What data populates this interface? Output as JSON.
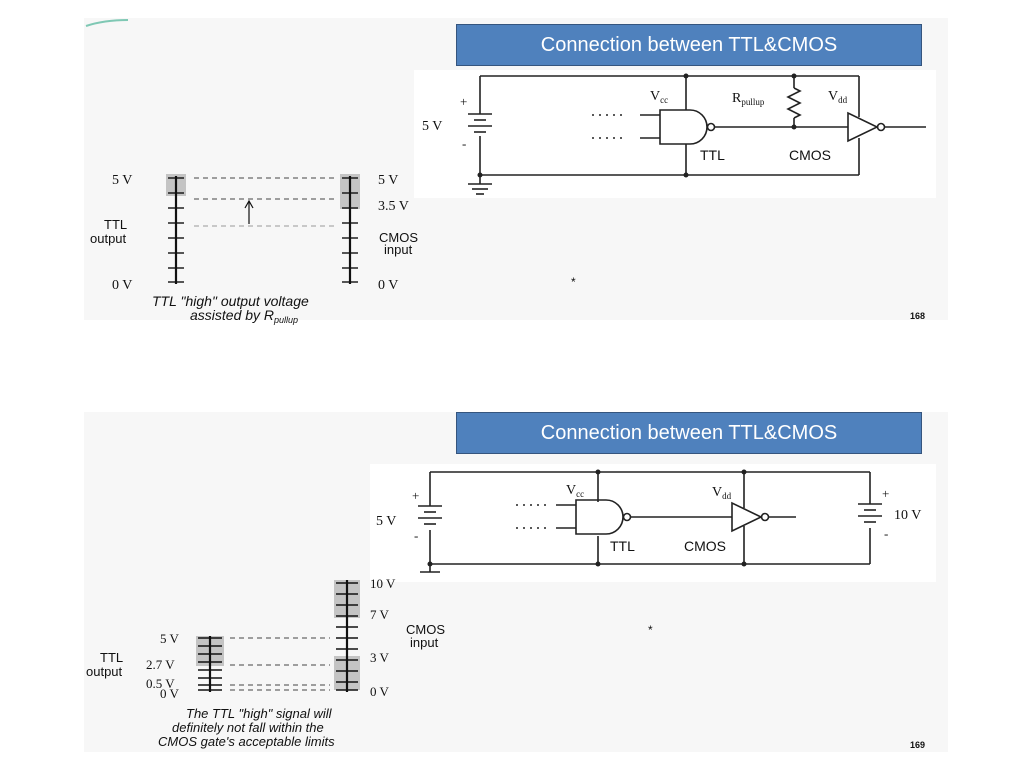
{
  "slides": [
    {
      "title": "Connection between TTL&CMOS",
      "page_number": "168",
      "circuit": {
        "supply_label": "5 V",
        "plus": "+",
        "minus": "-",
        "vcc": "V",
        "vcc_sub": "cc",
        "rpullup": "R",
        "rpullup_sub": "pullup",
        "vdd": "V",
        "vdd_sub": "dd",
        "ttl_label": "TTL",
        "cmos_label": "CMOS"
      },
      "levels": {
        "left_top": "5 V",
        "left_bottom": "0 V",
        "left_label_1": "TTL",
        "left_label_2": "output",
        "right_top": "5 V",
        "right_mid": "3.5 V",
        "right_bottom": "0 V",
        "right_label_1": "CMOS",
        "right_label_2": "input",
        "caption_1": "TTL \"high\" output voltage",
        "caption_2": "assisted by R",
        "caption_2_sub": "pullup"
      }
    },
    {
      "title": "Connection between TTL&CMOS",
      "page_number": "169",
      "circuit": {
        "supply_label": "5 V",
        "supply2_label": "10 V",
        "plus": "+",
        "minus": "-",
        "vcc": "V",
        "vcc_sub": "cc",
        "vdd": "V",
        "vdd_sub": "dd",
        "ttl_label": "TTL",
        "cmos_label": "CMOS"
      },
      "levels": {
        "left_5v": "5 V",
        "left_27v": "2.7 V",
        "left_05v": "0.5 V",
        "left_0v": "0 V",
        "left_label_1": "TTL",
        "left_label_2": "output",
        "right_10v": "10 V",
        "right_7v": "7 V",
        "right_3v": "3 V",
        "right_0v": "0 V",
        "right_label_1": "CMOS",
        "right_label_2": "input",
        "caption_1": "The TTL \"high\" signal will",
        "caption_2": "definitely not fall within the",
        "caption_3": "CMOS gate's acceptable limits"
      }
    }
  ]
}
